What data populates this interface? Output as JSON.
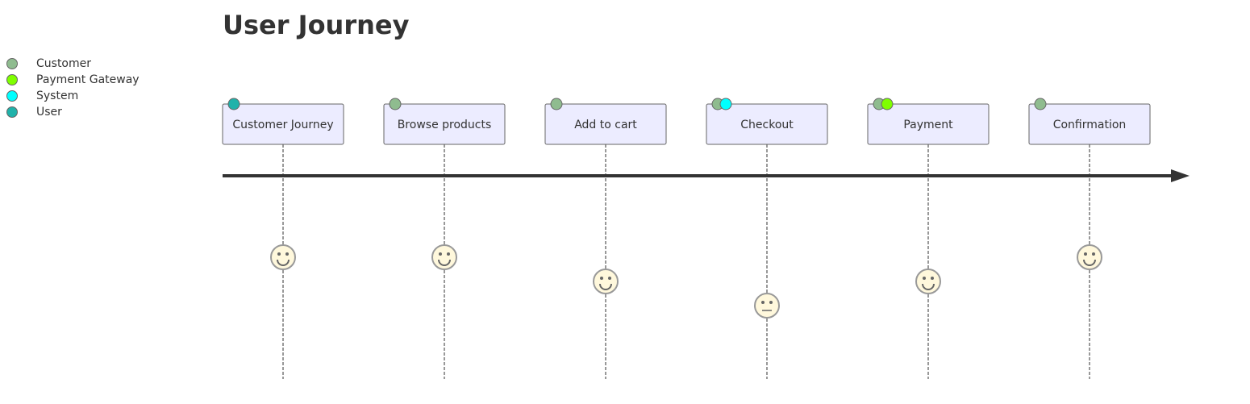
{
  "title": "User Journey",
  "legend": [
    {
      "name": "Customer",
      "color": "#8fbc8f"
    },
    {
      "name": "Payment Gateway",
      "color": "#7fff00"
    },
    {
      "name": "System",
      "color": "#00ffff"
    },
    {
      "name": "User",
      "color": "#20b2aa"
    }
  ],
  "tasks": [
    {
      "label": "Customer Journey",
      "score": 5,
      "actors": [
        "User"
      ]
    },
    {
      "label": "Browse products",
      "score": 5,
      "actors": [
        "Customer"
      ]
    },
    {
      "label": "Add to cart",
      "score": 4,
      "actors": [
        "Customer"
      ]
    },
    {
      "label": "Checkout",
      "score": 3,
      "actors": [
        "Customer",
        "System"
      ]
    },
    {
      "label": "Payment",
      "score": 4,
      "actors": [
        "Customer",
        "Payment Gateway"
      ]
    },
    {
      "label": "Confirmation",
      "score": 5,
      "actors": [
        "Customer"
      ]
    }
  ],
  "colors": {
    "task_fill": "#ececff",
    "task_stroke": "#9370db",
    "face_fill": "#fff8dc",
    "face_stroke": "#999999",
    "axis": "#333333"
  }
}
